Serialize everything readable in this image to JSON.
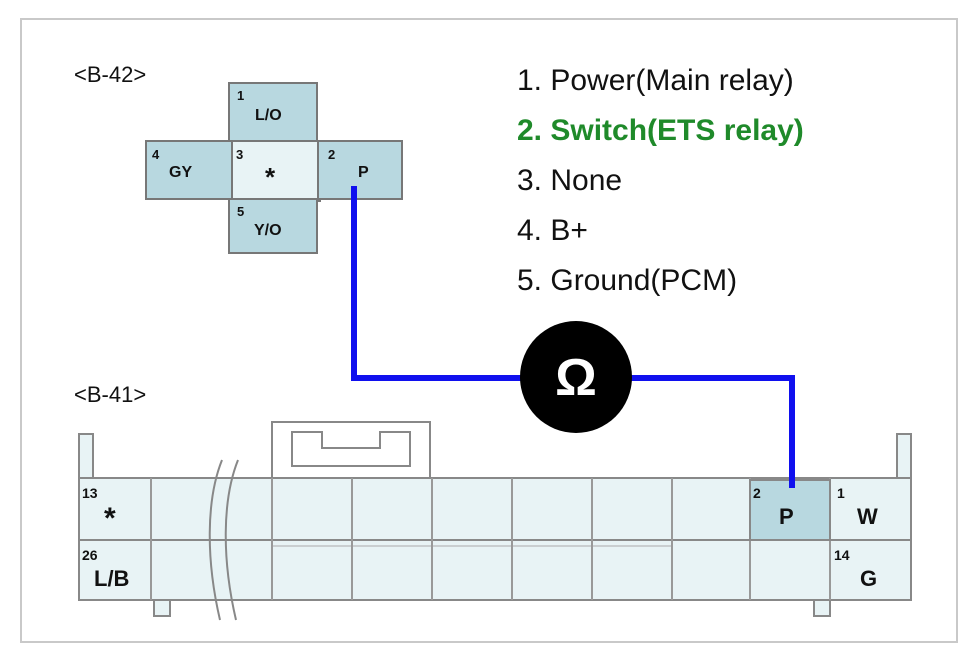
{
  "connectors": {
    "b42": {
      "title": "<B-42>",
      "pins": [
        {
          "num": "1",
          "wire": "L/O"
        },
        {
          "num": "2",
          "wire": "P"
        },
        {
          "num": "3",
          "wire": "*"
        },
        {
          "num": "4",
          "wire": "GY"
        },
        {
          "num": "5",
          "wire": "Y/O"
        }
      ]
    },
    "b41": {
      "title": "<B-41>",
      "pins": [
        {
          "num": "13",
          "wire": "*"
        },
        {
          "num": "26",
          "wire": "L/B"
        },
        {
          "num": "2",
          "wire": "P"
        },
        {
          "num": "1",
          "wire": "W"
        },
        {
          "num": "14",
          "wire": "G"
        }
      ]
    }
  },
  "legend": [
    {
      "text": "1. Power(Main relay)",
      "highlight": false
    },
    {
      "text": "2. Switch(ETS relay)",
      "highlight": true
    },
    {
      "text": "3. None",
      "highlight": false
    },
    {
      "text": "4. B+",
      "highlight": false
    },
    {
      "text": "5. Ground(PCM)",
      "highlight": false
    }
  ],
  "meter": {
    "symbol": "Ω",
    "icon": "ohmmeter-icon"
  },
  "colors": {
    "wire": "#1010ee",
    "pin_fill": "#b8d8e0",
    "pin_light": "#e8f3f5",
    "highlight_text": "#1f8a2a",
    "meter_bg": "#000000"
  }
}
